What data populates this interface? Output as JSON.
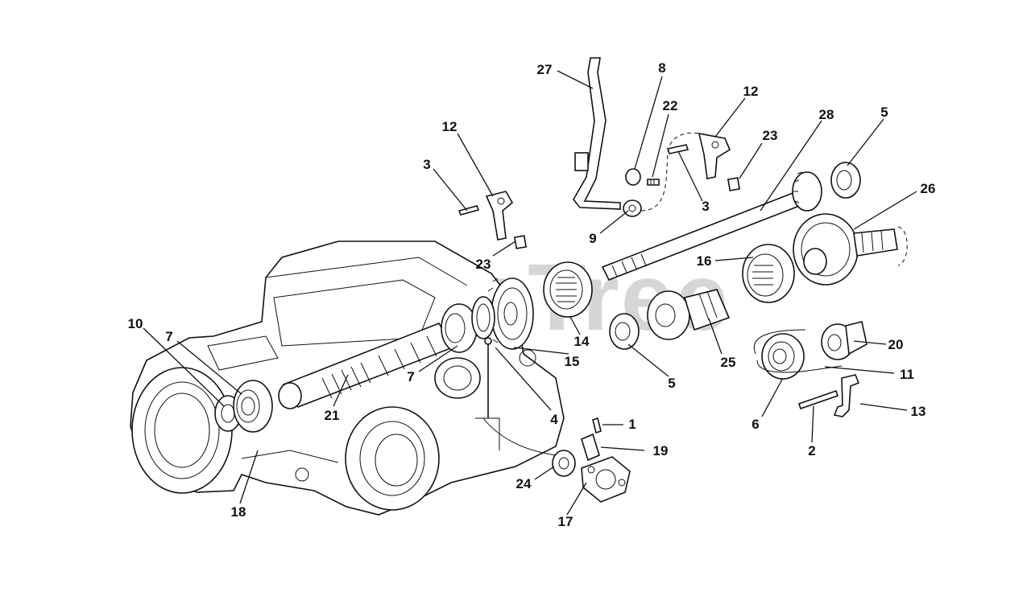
{
  "watermark": "PartsTree",
  "callouts": [
    {
      "id": "c27",
      "text": "27"
    },
    {
      "id": "c8",
      "text": "8"
    },
    {
      "id": "c22",
      "text": "22"
    },
    {
      "id": "c12a",
      "text": "12"
    },
    {
      "id": "c12b",
      "text": "12"
    },
    {
      "id": "c23a",
      "text": "23"
    },
    {
      "id": "c28",
      "text": "28"
    },
    {
      "id": "c5a",
      "text": "5"
    },
    {
      "id": "c3a",
      "text": "3"
    },
    {
      "id": "c3b",
      "text": "3"
    },
    {
      "id": "c26",
      "text": "26"
    },
    {
      "id": "c9",
      "text": "9"
    },
    {
      "id": "c23b",
      "text": "23"
    },
    {
      "id": "c16",
      "text": "16"
    },
    {
      "id": "c10",
      "text": "10"
    },
    {
      "id": "c7a",
      "text": "7"
    },
    {
      "id": "c14",
      "text": "14"
    },
    {
      "id": "c15",
      "text": "15"
    },
    {
      "id": "c7b",
      "text": "7"
    },
    {
      "id": "c20",
      "text": "20"
    },
    {
      "id": "c25",
      "text": "25"
    },
    {
      "id": "c11",
      "text": "11"
    },
    {
      "id": "c5b",
      "text": "5"
    },
    {
      "id": "c4",
      "text": "4"
    },
    {
      "id": "c21",
      "text": "21"
    },
    {
      "id": "c13",
      "text": "13"
    },
    {
      "id": "c6",
      "text": "6"
    },
    {
      "id": "c1",
      "text": "1"
    },
    {
      "id": "c19",
      "text": "19"
    },
    {
      "id": "c2",
      "text": "2"
    },
    {
      "id": "c24",
      "text": "24"
    },
    {
      "id": "c18",
      "text": "18"
    },
    {
      "id": "c17",
      "text": "17"
    }
  ]
}
